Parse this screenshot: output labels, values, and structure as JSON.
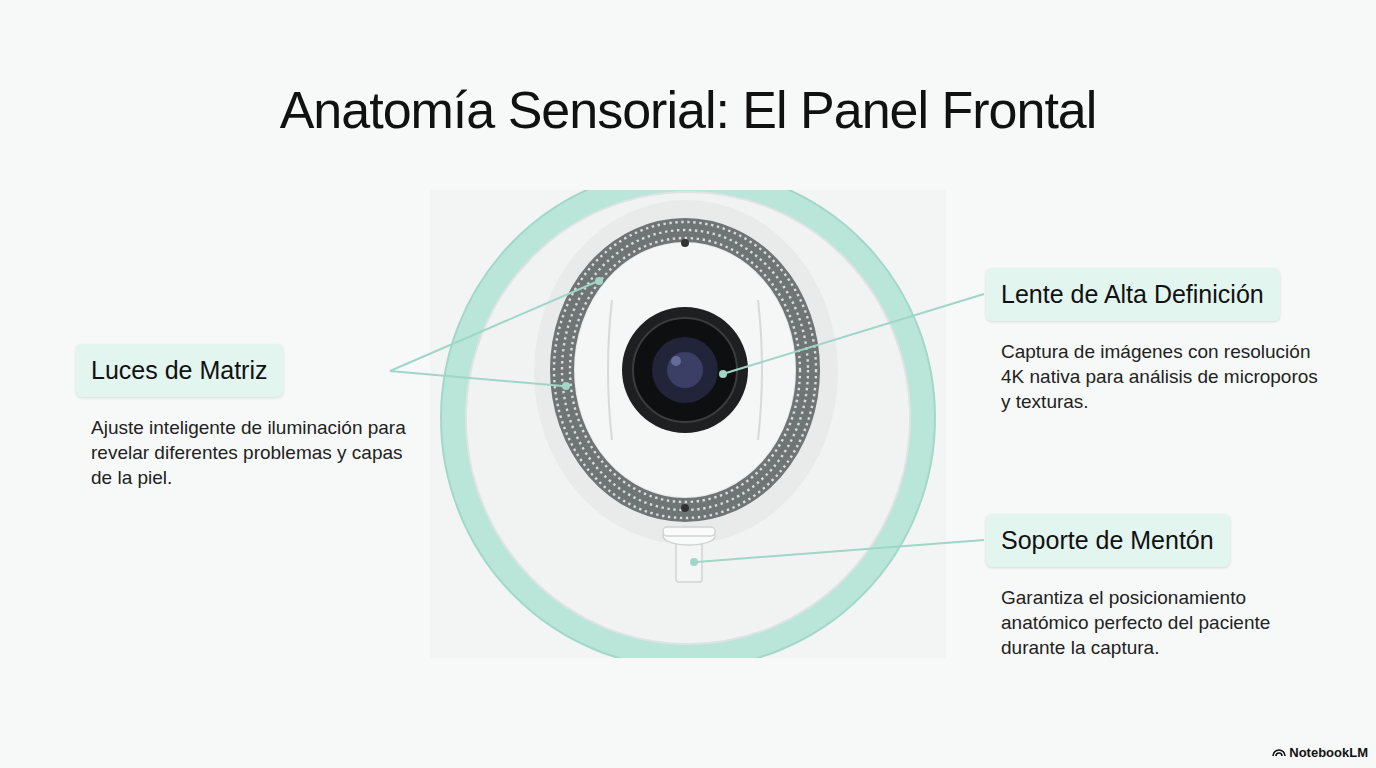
{
  "diagram": {
    "title": "Anatomía Sensorial: El Panel Frontal",
    "nodes": [
      {
        "text": [
          "Luces de Matriz",
          "Ajuste inteligente de iluminación para revelar diferentes problemas y capas de la piel."
        ]
      },
      {
        "text": [
          "Lente de Alta Definición",
          "Captura de imágenes con resolución 4K nativa para análisis de microporos y texturas."
        ]
      },
      {
        "text": [
          "Soporte de Mentón",
          "Garantiza el posicionamiento anatómico perfecto del paciente durante la captura."
        ]
      }
    ],
    "labels": [
      "NotebookLM"
    ]
  }
}
